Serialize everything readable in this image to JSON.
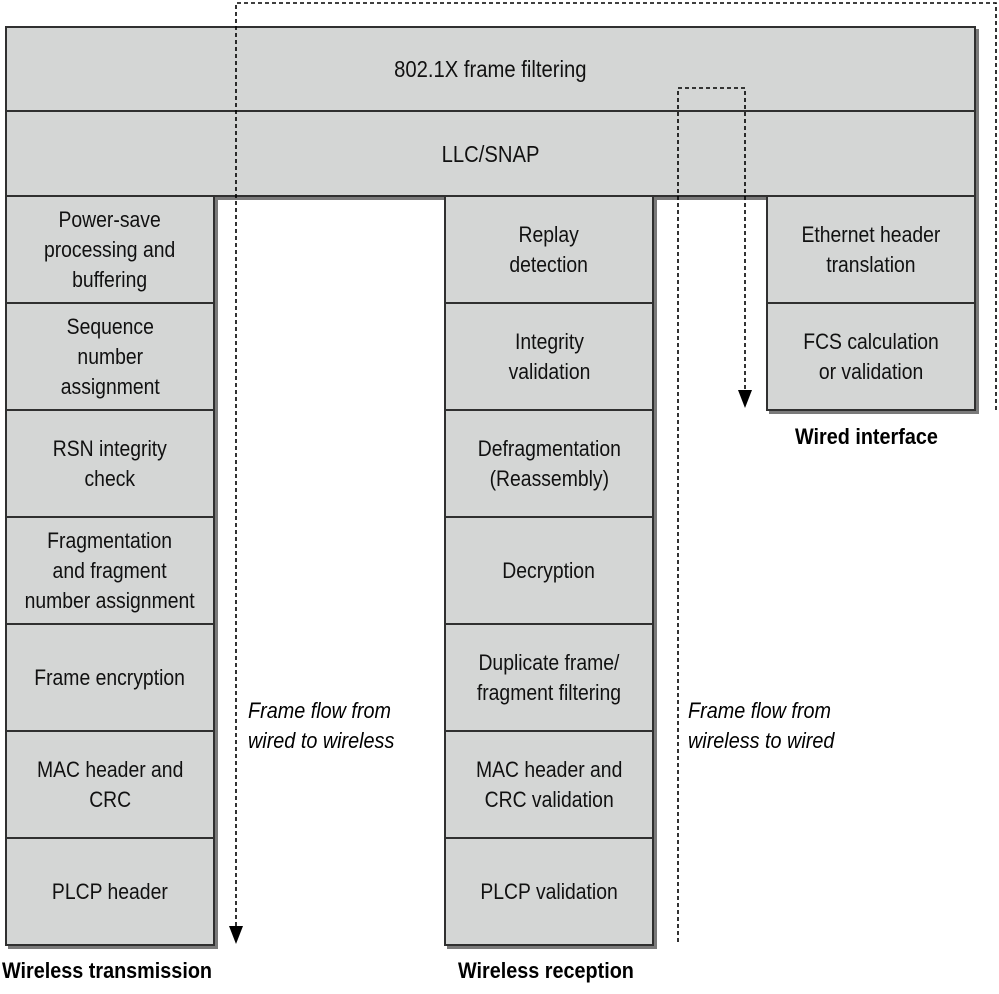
{
  "top_layers": {
    "frame_filtering": "802.1X frame filtering",
    "llc_snap": "LLC/SNAP"
  },
  "wireless_transmission": {
    "title": "Wireless transmission",
    "steps": [
      "Power-save\nprocessing and\nbuffering",
      "Sequence\nnumber\nassignment",
      "RSN integrity\ncheck",
      "Fragmentation\nand fragment\nnumber assignment",
      "Frame encryption",
      "MAC header and\nCRC",
      "PLCP header"
    ]
  },
  "wireless_reception": {
    "title": "Wireless reception",
    "steps": [
      "Replay\ndetection",
      "Integrity\nvalidation",
      "Defragmentation\n(Reassembly)",
      "Decryption",
      "Duplicate frame/\nfragment filtering",
      "MAC header and\nCRC validation",
      "PLCP validation"
    ]
  },
  "wired_interface": {
    "title": "Wired interface",
    "steps": [
      "Ethernet header\ntranslation",
      "FCS calculation\nor validation"
    ]
  },
  "flows": {
    "wired_to_wireless": "Frame flow from\nwired to wireless",
    "wireless_to_wired": "Frame flow from\nwireless to wired"
  }
}
